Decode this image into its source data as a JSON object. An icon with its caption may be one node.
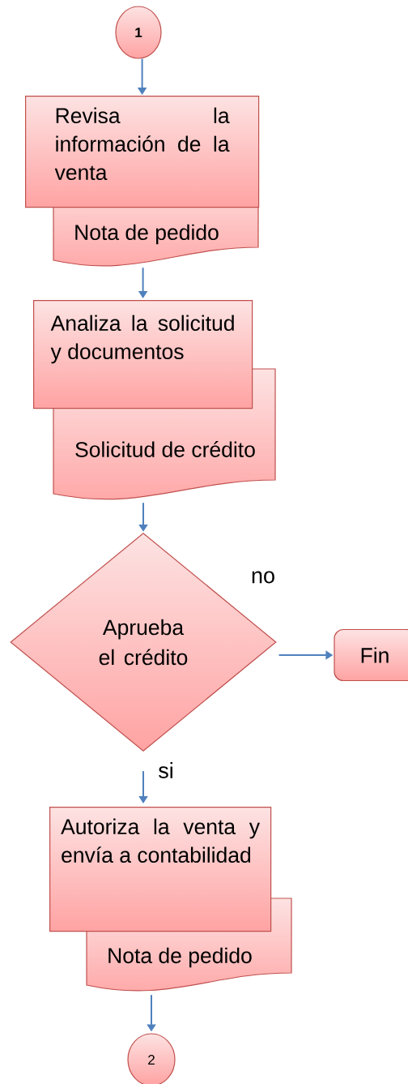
{
  "diagram": {
    "nodes": [
      {
        "text": [
          "1"
        ]
      },
      {
        "text": [
          "Revisa la información de la venta"
        ]
      },
      {
        "text": [
          "Nota de pedido"
        ]
      },
      {
        "text": [
          "Analiza la solicitud y documentos"
        ]
      },
      {
        "text": [
          "Solicitud de crédito"
        ]
      },
      {
        "text": [
          "Aprueba el crédito"
        ]
      },
      {
        "text": [
          "Fin"
        ]
      },
      {
        "text": [
          "Autoriza la venta y envía a contabilidad"
        ]
      },
      {
        "text": [
          "Nota de pedido"
        ]
      },
      {
        "text": [
          "2"
        ]
      }
    ],
    "edges": [
      {
        "from": 0,
        "to": 1,
        "arrow": "to"
      },
      {
        "from": 2,
        "to": 3,
        "arrow": "to"
      },
      {
        "from": 4,
        "to": 5,
        "arrow": "to"
      },
      {
        "from": 5,
        "to": 6,
        "arrow": "to",
        "label": "no"
      },
      {
        "from": 5,
        "to": 7,
        "arrow": "to",
        "label": "si"
      },
      {
        "from": 8,
        "to": 9,
        "arrow": "to"
      }
    ]
  }
}
